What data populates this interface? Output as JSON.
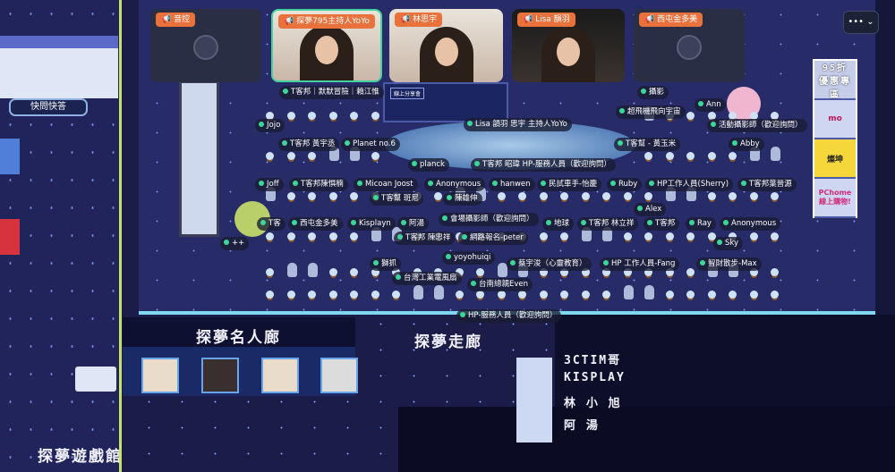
{
  "video_tiles": [
    {
      "name": "音控",
      "video": false
    },
    {
      "name": "探夢795主持人YoYo",
      "video": true
    },
    {
      "name": "林思宇",
      "video": true
    },
    {
      "name": "Lisa 韻羽",
      "video": true
    },
    {
      "name": "西屯金多美",
      "video": false
    }
  ],
  "more_button": "••• ⌄",
  "signs": {
    "qa": "快問快答",
    "fame": "探夢名人廊",
    "corridor": "探夢走廊",
    "arcade": "探夢遊戲館",
    "stage_screen": "線上分享會"
  },
  "banner": {
    "title": "95折 優惠專區",
    "items": [
      "mo",
      "燦坤",
      "PChome 線上購物!"
    ]
  },
  "cast_list": [
    "3CTIM哥",
    "KISPLAY",
    "林 小 旭",
    "阿 湯"
  ],
  "labels": [
    "T客邦｜默默冒險｜賴江惟",
    "攝影",
    "超飛機飛向宇宙",
    "Ann",
    "Jojo",
    "Lisa 韻羽 思宇 主持人YoYo",
    "活動攝影師（歡迎詢問）",
    "T客邦 黃宇丞",
    "Planet no.6",
    "T客幫 - 黃玉米",
    "Abby",
    "planck",
    "T客邦 昭瑋 HP-服務人員（歡迎詢問）",
    "Joff",
    "T客邦陳惧楠",
    "Micoan Joost",
    "T客幫 斑尼",
    "Anonymous",
    "陳雄伸",
    "hanwen",
    "民試車手-怡慶",
    "Ruby",
    "HP工作人員(Sherry)",
    "T客邦葉晉源",
    "會場攝影師（歡迎詢問）",
    "T客",
    "西屯金多美",
    "Kisplayn",
    "阿湯",
    "T客邦 陳忠祥",
    "網路報名-peter",
    "地球",
    "T客邦 林立祥",
    "T客邦",
    "Alex",
    "Ray",
    "Anonymous",
    "yoyohuiqi",
    "Sky",
    "獅抓",
    "台灣工業電風扇",
    "蔡宇浚（心靈教育）",
    "HP 工作人員-Fang",
    "智財散步-Max",
    "台南總親Even",
    "HP-服務人員（歡迎詢問）",
    "++"
  ]
}
